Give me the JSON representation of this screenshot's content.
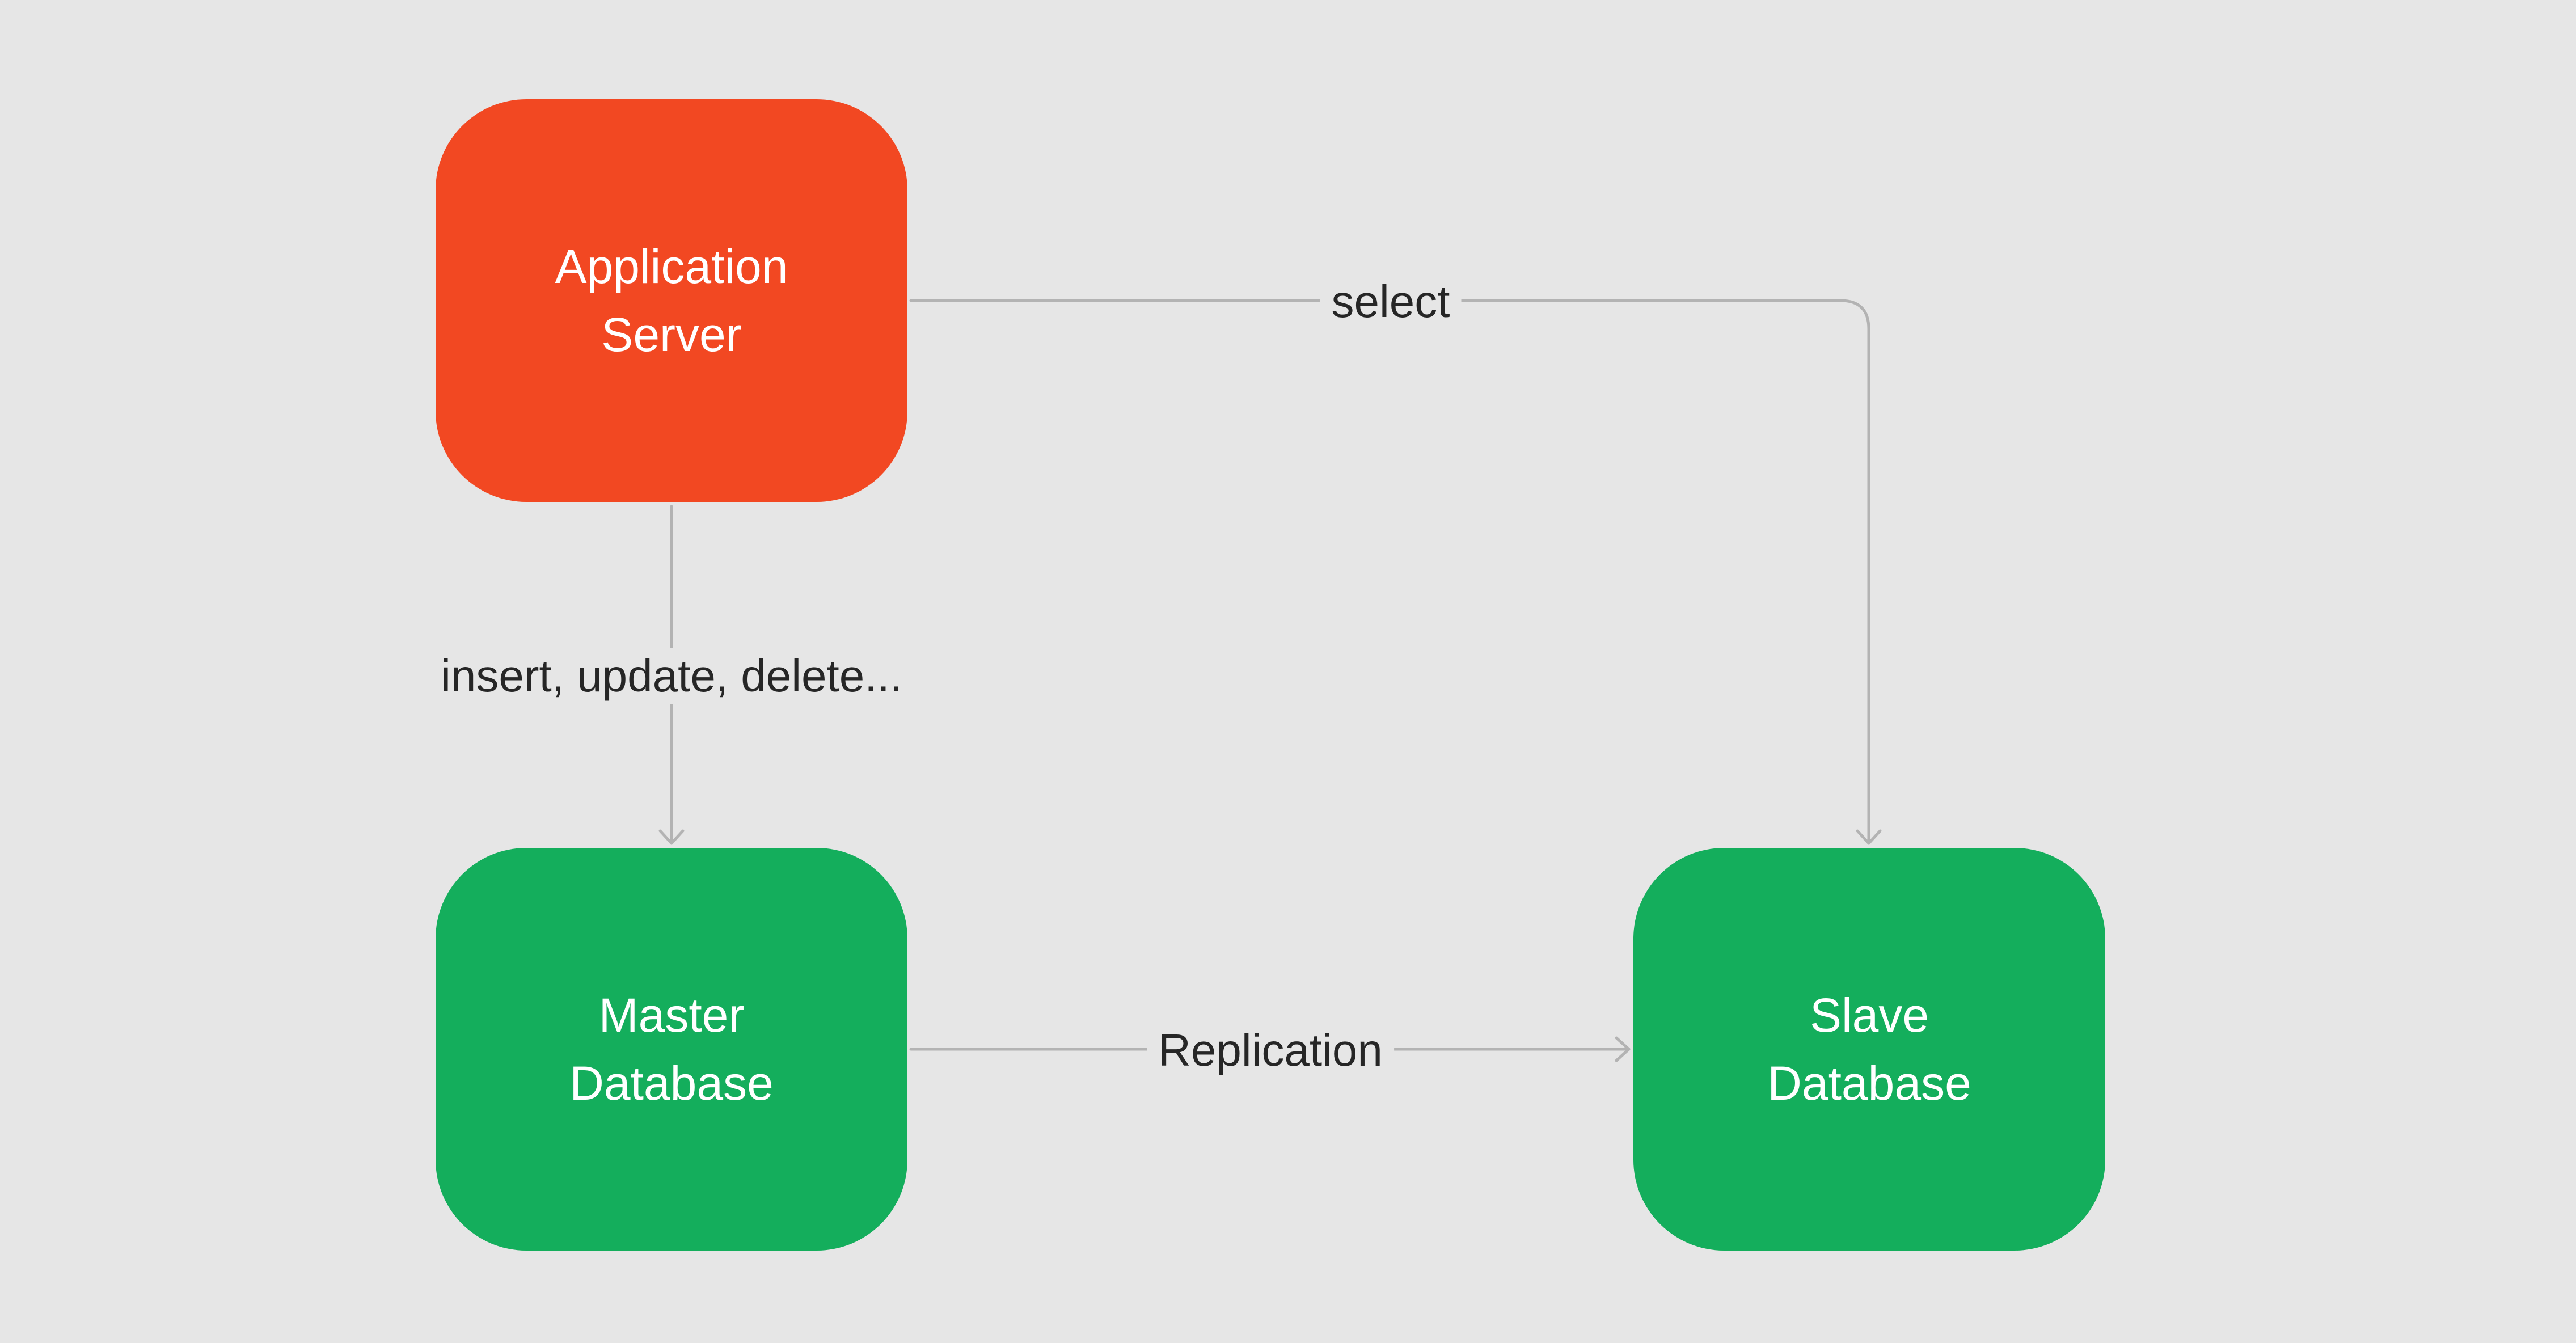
{
  "colors": {
    "background": "#e6e6e6",
    "application_server": "#f24822",
    "database": "#14ae5c",
    "connector": "#b3b3b3",
    "label_text": "#262626",
    "node_text": "#ffffff"
  },
  "nodes": {
    "application_server": {
      "line1": "Application",
      "line2": "Server"
    },
    "master_database": {
      "line1": "Master",
      "line2": "Database"
    },
    "slave_database": {
      "line1": "Slave",
      "line2": "Database"
    }
  },
  "edges": {
    "select": {
      "label": "select"
    },
    "write": {
      "label": "insert, update, delete..."
    },
    "replication": {
      "label": "Replication"
    }
  }
}
